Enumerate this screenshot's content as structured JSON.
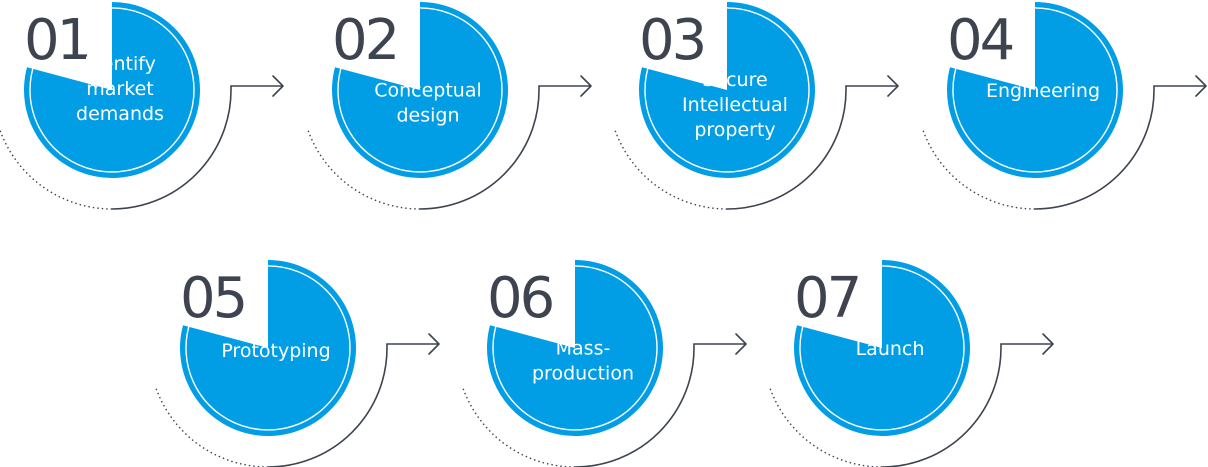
{
  "colors": {
    "accent": "#019ee6",
    "number": "#3d4450",
    "line": "#3d4450",
    "label": "#ffffff"
  },
  "icons": {
    "connector": "arrow-right-icon"
  },
  "steps": [
    {
      "number": "01",
      "label_lines": [
        "Identify",
        "market",
        "demands"
      ]
    },
    {
      "number": "02",
      "label_lines": [
        "Conceptual",
        "design"
      ]
    },
    {
      "number": "03",
      "label_lines": [
        "Secure",
        "Intellectual",
        "property"
      ]
    },
    {
      "number": "04",
      "label_lines": [
        "Engineering"
      ]
    },
    {
      "number": "05",
      "label_lines": [
        "Prototyping"
      ]
    },
    {
      "number": "06",
      "label_lines": [
        "Mass-",
        "production"
      ]
    },
    {
      "number": "07",
      "label_lines": [
        "Launch"
      ]
    }
  ]
}
